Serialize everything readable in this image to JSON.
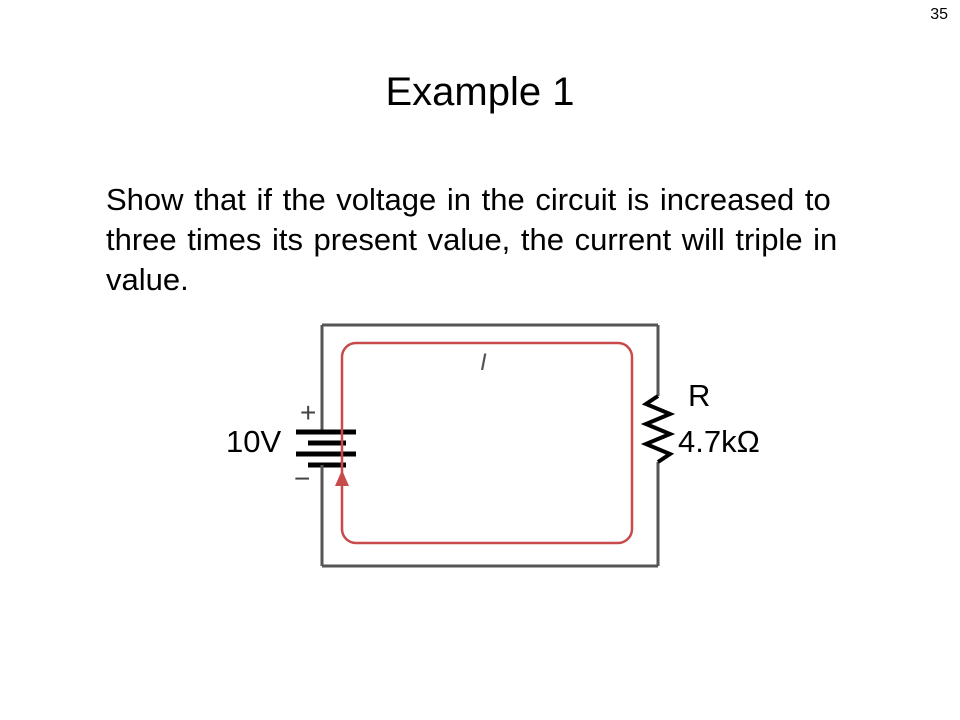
{
  "slide": {
    "page_number": "35",
    "title": "Example 1",
    "body": "Show that if the voltage in the circuit is increased to three times its present value, the current will triple in value."
  },
  "diagram": {
    "battery": {
      "voltage_label": "10V",
      "plus_symbol": "+",
      "minus_symbol": "−"
    },
    "resistor": {
      "name": "R",
      "value": "4.7kΩ"
    },
    "current": {
      "label": "I"
    },
    "colors": {
      "wire": "#555555",
      "current_path": "#c84a4a",
      "text": "#000000"
    }
  }
}
